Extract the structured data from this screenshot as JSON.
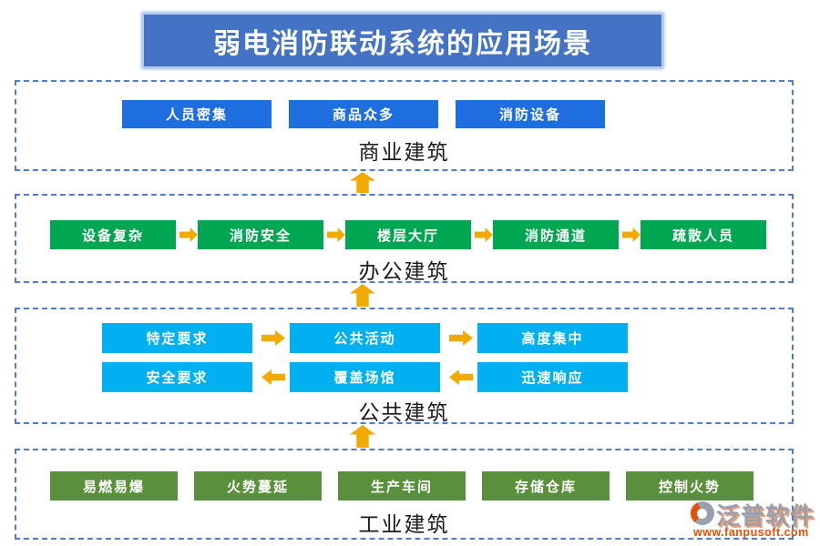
{
  "title": "弱电消防联动系统的应用场景",
  "sections": [
    {
      "id": "commercial",
      "label": "商业建筑",
      "items": [
        "人员密集",
        "商品众多",
        "消防设备"
      ]
    },
    {
      "id": "office",
      "label": "办公建筑",
      "items": [
        "设备复杂",
        "消防安全",
        "楼层大厅",
        "消防通道",
        "疏散人员"
      ],
      "flow": "right"
    },
    {
      "id": "public",
      "label": "公共建筑",
      "rows": [
        {
          "items": [
            "特定要求",
            "公共活动",
            "高度集中"
          ],
          "arrow": "right"
        },
        {
          "items": [
            "安全要求",
            "覆盖场馆",
            "迅速响应"
          ],
          "arrow": "left"
        }
      ]
    },
    {
      "id": "industrial",
      "label": "工业建筑",
      "items": [
        "易燃易爆",
        "火势蔓延",
        "生产车间",
        "存储仓库",
        "控制火势"
      ]
    }
  ],
  "connectors": {
    "between_sections": "up-arrow",
    "count": 3
  },
  "watermark": {
    "brand": "泛普软件",
    "url": "www.fanpusoft.com"
  },
  "colors": {
    "title_bg": "#4472C4",
    "title_border": "#b9cbee",
    "section_border": "#4f7ccd",
    "commercial_box": "#1f6ee0",
    "office_box": "#00a651",
    "public_box": "#00b0f0",
    "industrial_box": "#5a8f3c",
    "arrow": "#f2a900",
    "label_text": "#1a1a1a",
    "box_text": "#ffffff",
    "brand_gray": "#98a0ad",
    "brand_orange": "#e2500a"
  }
}
